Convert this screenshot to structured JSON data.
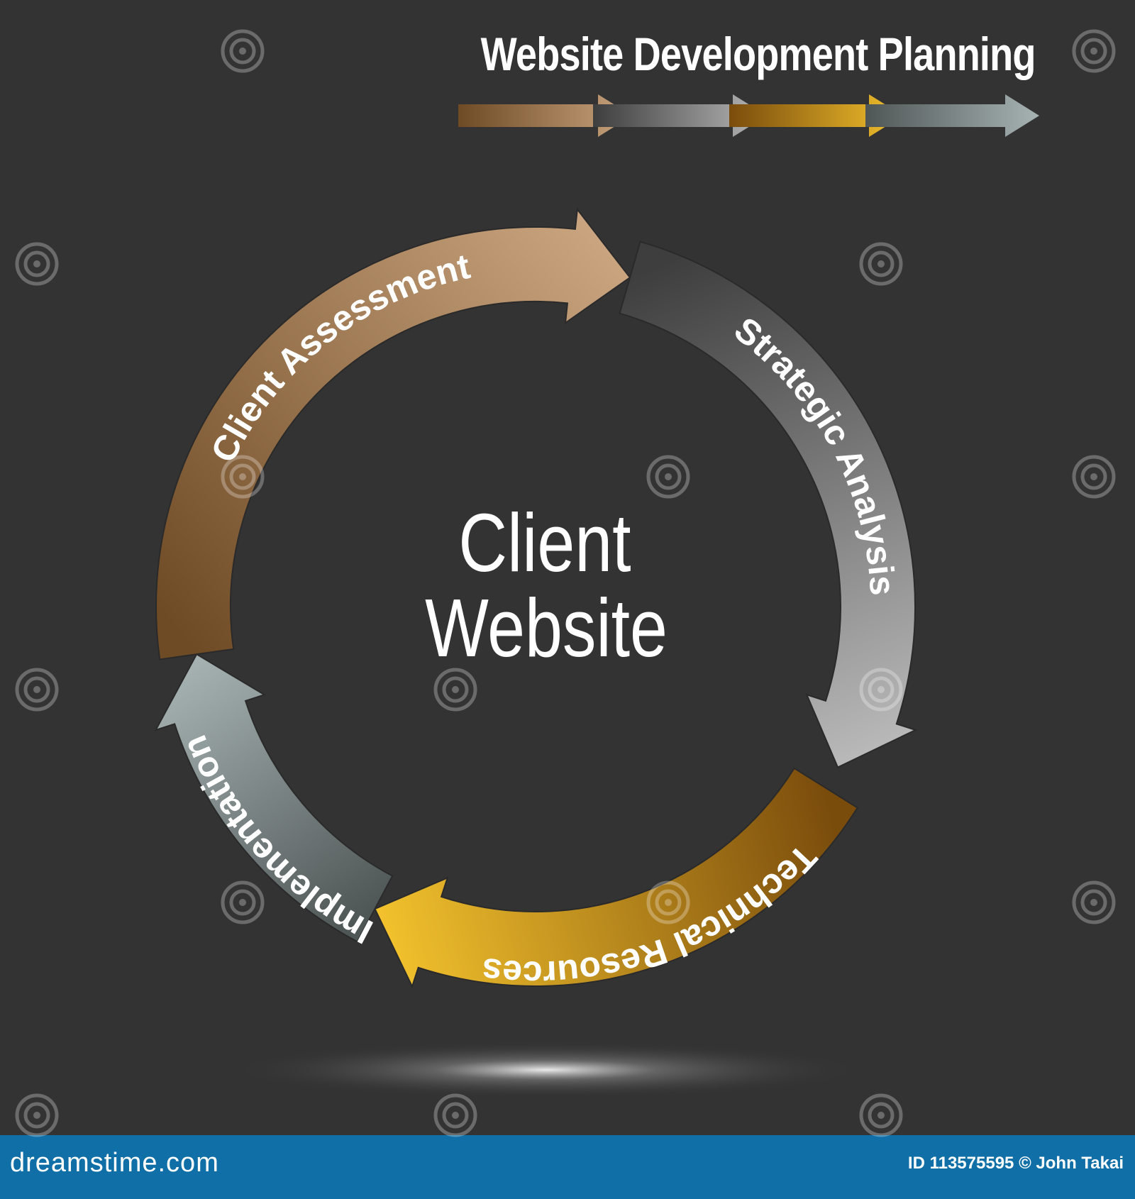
{
  "title": "Website Development Planning",
  "center": {
    "line1": "Client",
    "line2": "Website"
  },
  "segments": [
    {
      "label": "Client Assessment",
      "color_dark": "#6e4a25",
      "color_light": "#c9a47f"
    },
    {
      "label": "Strategic Analysis",
      "color_dark": "#3e3e3e",
      "color_light": "#b9b9b9"
    },
    {
      "label": "Technical Resources",
      "color_dark": "#7a4c0c",
      "color_light": "#f3c22d"
    },
    {
      "label": "Implementation",
      "color_dark": "#4f5656",
      "color_light": "#a7b3b3"
    }
  ],
  "header_arrows": [
    {
      "color_dark": "#6e4a25",
      "color_light": "#c9a47f"
    },
    {
      "color_dark": "#3e3e3e",
      "color_light": "#b9b9b9"
    },
    {
      "color_dark": "#7a4c0c",
      "color_light": "#f3c22d"
    },
    {
      "color_dark": "#4f5656",
      "color_light": "#a7b3b3"
    }
  ],
  "footer": {
    "site": "dreamstime.com",
    "credit": "ID 113575595 © John Takai"
  },
  "colors": {
    "background": "#333333",
    "footer": "#0f6fa6",
    "text": "#ffffff"
  }
}
